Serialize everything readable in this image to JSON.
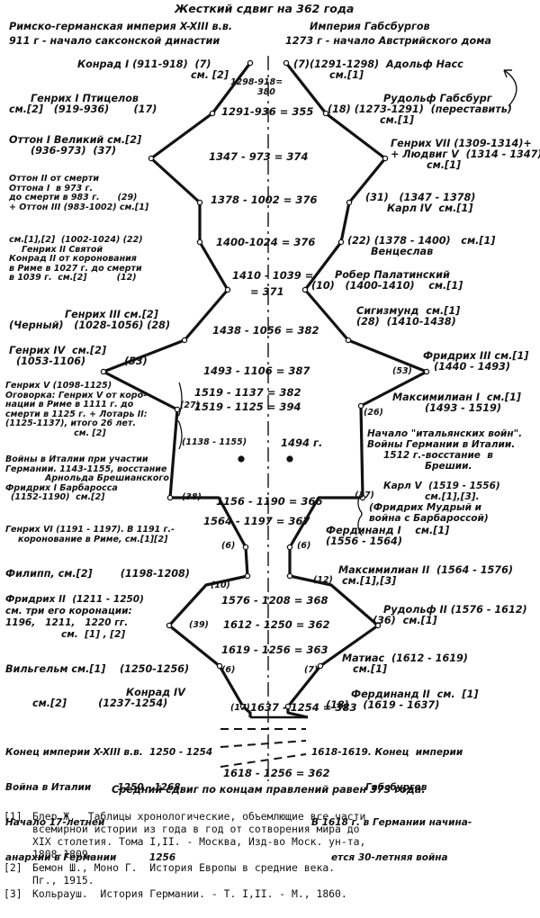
{
  "title": "Жесткий сдвиг на 362 года",
  "left_header": {
    "line1": "Римско-германская империя X-XIII в.в.",
    "line2": "911 г - начало саксонской династии"
  },
  "right_header": {
    "line1": "Империя Габсбургов",
    "line2": "1273 г - начало Австрийского дома"
  },
  "left_labels": [
    {
      "lines": [
        "Конрад I (911-918)  (7)",
        "см. [2]"
      ]
    },
    {
      "lines": [
        "Генрих I Птицелов",
        "см.[2]   (919-936)       (17)"
      ]
    },
    {
      "lines": [
        "Оттон I Великий см.[2]",
        "(936-973)  (37)"
      ]
    },
    {
      "lines": [
        "Оттон II от смерти",
        "Оттона I  в 973 г.",
        "до смерти в 983 г.      (29)",
        "+ Оттон III (983-1002) см.[1]"
      ]
    },
    {
      "lines": [
        "см.[1],[2]  (1002-1024) (22)",
        "Генрих II Святой",
        "Конрад II от коронования",
        "в Риме в 1027 г. до смерти",
        "в 1039 г.  см.[2]          (12)"
      ]
    },
    {
      "lines": [
        "Генрих III см.[2]",
        "(Черный)   (1028-1056) (28)"
      ]
    },
    {
      "lines": [
        "Генрих IV  см.[2]",
        "(1053-1106)           (53)"
      ]
    },
    {
      "lines": [
        "Генрих V (1098-1125)",
        "Оговорка: Генрих V от коро-",
        "нации в Риме в 1111 г. до",
        "смерти в 1125 г. + Лотарь II:",
        "(1125-1137), итого 26 лет.",
        "                       см. [2]"
      ]
    },
    {
      "lines": [
        "Войны в Италии при участии",
        "Германии. 1143-1155, восстание",
        "Арнольда Брешианского",
        "Фридрих I Барбаросса",
        "(1152-1190)  см.[2]"
      ]
    },
    {
      "lines": [
        "Генрих VI (1191 - 1197). В 1191 г.-",
        "коронование в Риме, см.[1][2]"
      ]
    },
    {
      "lines": [
        "Филипп, см.[2]        (1198-1208)"
      ]
    },
    {
      "lines": [
        "Фридрих II  (1211 - 1250)",
        "см. три его коронации:",
        "1196,   1211,   1220 гг.",
        "см.  [1] , [2]"
      ]
    },
    {
      "lines": [
        "Вильгельм см.[1]    (1250-1256)"
      ]
    },
    {
      "lines": [
        "Конрад IV",
        "см.[2]         (1237-1254)"
      ]
    }
  ],
  "right_labels": [
    {
      "lines": [
        "(7)(1291-1298)  Адольф Насс",
        "см.[1]"
      ]
    },
    {
      "lines": [
        "Рудольф Габсбург",
        "(18) (1273-1291)  (переставить)",
        "см.[1]"
      ]
    },
    {
      "lines": [
        "Генрих VII (1309-1314)+",
        "+ Людвиг V  (1314 - 1347)",
        "см.[1]"
      ]
    },
    {
      "lines": [
        "(31)   (1347 - 1378)",
        "Карл IV  см.[1]"
      ]
    },
    {
      "lines": [
        "(22) (1378 - 1400)   см.[1]",
        "Венцеслав"
      ]
    },
    {
      "lines": [
        "Робер Палатинский",
        "(10)   (1400-1410)    см.[1]"
      ]
    },
    {
      "lines": [
        "Сигизмунд  см.[1]",
        "(28)  (1410-1438)"
      ]
    },
    {
      "lines": [
        "Фридрих III см.[1]",
        "(1440 - 1493)"
      ]
    },
    {
      "lines": [
        "Максимилиан I  см.[1]",
        "(1493 - 1519)"
      ]
    },
    {
      "lines": [
        "Начало \"итальянских войн\".",
        "Войны Германии в Италии.",
        "1512 г.-восстание  в",
        "Брешии."
      ]
    },
    {
      "lines": [
        "Карл V  (1519 - 1556)",
        "см.[1],[3].",
        "(Фридрих Мудрый и",
        "война с Барбароссой)"
      ]
    },
    {
      "lines": [
        "Фердинанд I    см.[1]",
        "(1556 - 1564)"
      ]
    },
    {
      "lines": [
        "Максимилиан II  (1564 - 1576)",
        "см.[1],[3]"
      ]
    },
    {
      "lines": [
        "Рудольф II (1576 - 1612)",
        "(36)  см.[1]"
      ]
    },
    {
      "lines": [
        "Матиас  (1612 - 1619)",
        "см.[1]"
      ]
    },
    {
      "lines": [
        "Фердинанд II  см.  [1]",
        "(18)    (1619 - 1637)"
      ]
    }
  ],
  "center_labels": [
    "1298-918=",
    "380",
    "1291-936 = 355",
    "1347 - 973 = 374",
    "1378 - 1002 = 376",
    "1400-1024 = 376",
    "1410 - 1039 =",
    "= 371",
    "1438 - 1056 = 382",
    "1493 - 1106 = 387",
    "1519 - 1137 = 382",
    "1519 - 1125 = 394",
    "(1138 - 1155)",
    "1494 г.",
    "1156 - 1190 = 366",
    "1564 - 1197 = 367",
    "1576 - 1208 = 368",
    "1612 - 1250 = 362",
    "1619 - 1256 = 363",
    "1637 - 1254 = 383",
    "1618 - 1256 = 362"
  ],
  "small_numbers": {
    "left": [
      "(27)",
      "(38)",
      "(6)",
      "(10)",
      "(39)",
      "(6)",
      "(17)"
    ],
    "right": [
      "(53)",
      "(26)",
      "(37)",
      "(6)",
      "(12)",
      "(7)"
    ]
  },
  "bottom": {
    "left": [
      "Конец империи X-XIII в.в.  1250 - 1254",
      "Война в Италии        1250 - 1268",
      "Начало 17-летней",
      "анархии в Германии          1256"
    ],
    "right": [
      "1618-1619. Конец  империи",
      "Габсбургов",
      "В 1618 г. в Германии начина-",
      "ется 30-летняя война"
    ],
    "average": "Средний сдвиг по концам правлений равен 373 года."
  },
  "references": [
    {
      "num": "[1]",
      "text": "Блер Ж.  Таблицы хронологические, объемлющие все части\nвсемирной истории из года в год от сотворения мира до\nXIX столетия. Тома I,II. - Москва, Изд-во Моск. ун-та,\n1808-1809."
    },
    {
      "num": "[2]",
      "text": "Бемон Ш., Моно Г.  История Европы в средние века.\nПг., 1915."
    },
    {
      "num": "[3]",
      "text": "Кольрауш.  История Германии. - Т. I,II. - М., 1860."
    }
  ]
}
